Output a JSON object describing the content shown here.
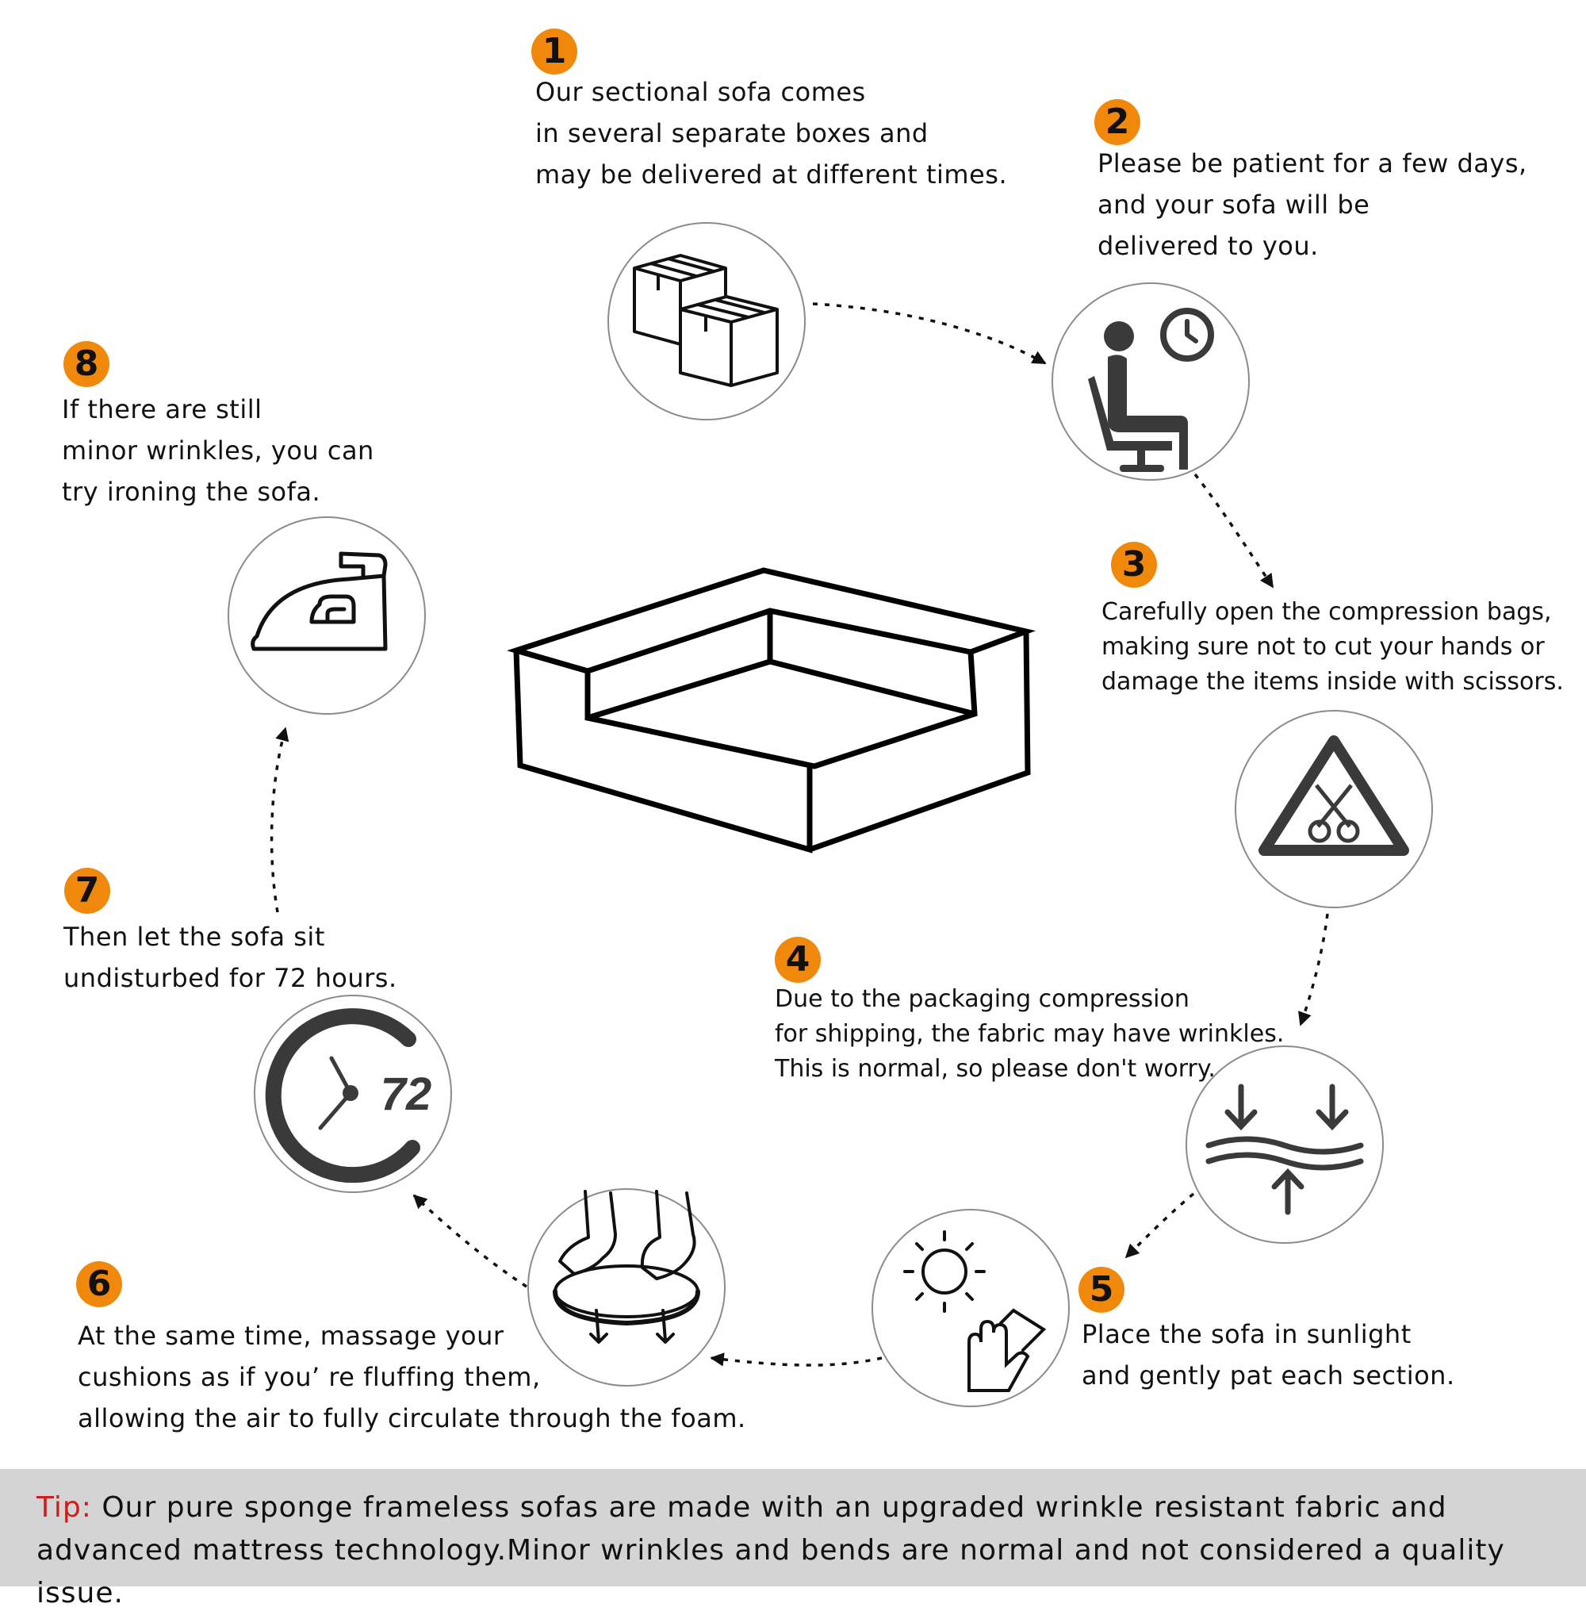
{
  "steps": [
    {
      "number": "1",
      "lines": [
        "Our sectional sofa comes",
        "in several separate boxes and",
        "may be delivered at different times."
      ],
      "icon": "boxes-icon"
    },
    {
      "number": "2",
      "lines": [
        "Please be patient for a few days,",
        "and your sofa will be",
        "delivered to you."
      ],
      "icon": "person-waiting-clock-icon"
    },
    {
      "number": "3",
      "lines": [
        "Carefully open the compression bags,",
        "making sure not to cut your hands or",
        "damage the items inside with scissors."
      ],
      "icon": "scissors-warning-icon"
    },
    {
      "number": "4",
      "lines": [
        "Due to the packaging compression",
        "for shipping, the fabric may have wrinkles.",
        "This is normal, so please don't worry."
      ],
      "icon": "compression-icon"
    },
    {
      "number": "5",
      "lines": [
        "Place the sofa in sunlight",
        "and gently pat each section."
      ],
      "icon": "sun-pat-icon"
    },
    {
      "number": "6",
      "lines": [
        "At the same time, massage your",
        "cushions as if you’ re fluffing them,",
        "allowing the air to fully circulate through the foam."
      ],
      "icon": "massage-cushion-icon"
    },
    {
      "number": "7",
      "lines": [
        "Then let the sofa sit",
        "undisturbed for 72 hours."
      ],
      "icon": "clock-72-icon",
      "icon_text": "72"
    },
    {
      "number": "8",
      "lines": [
        "If there are still",
        "minor wrinkles, you can",
        "try ironing the sofa."
      ],
      "icon": "iron-icon"
    }
  ],
  "center_icon": "sectional-sofa-icon",
  "tip": {
    "label": "Tip:",
    "text": " Our pure sponge frameless sofas are made with an upgraded wrinkle resistant fabric and advanced mattress technology.Minor wrinkles and bends are normal and not considered a quality issue."
  },
  "colors": {
    "accent": "#f0890b",
    "tip_label": "#d21a1a",
    "tip_background": "#d4d4d4",
    "icon": "#3a3a3a"
  }
}
